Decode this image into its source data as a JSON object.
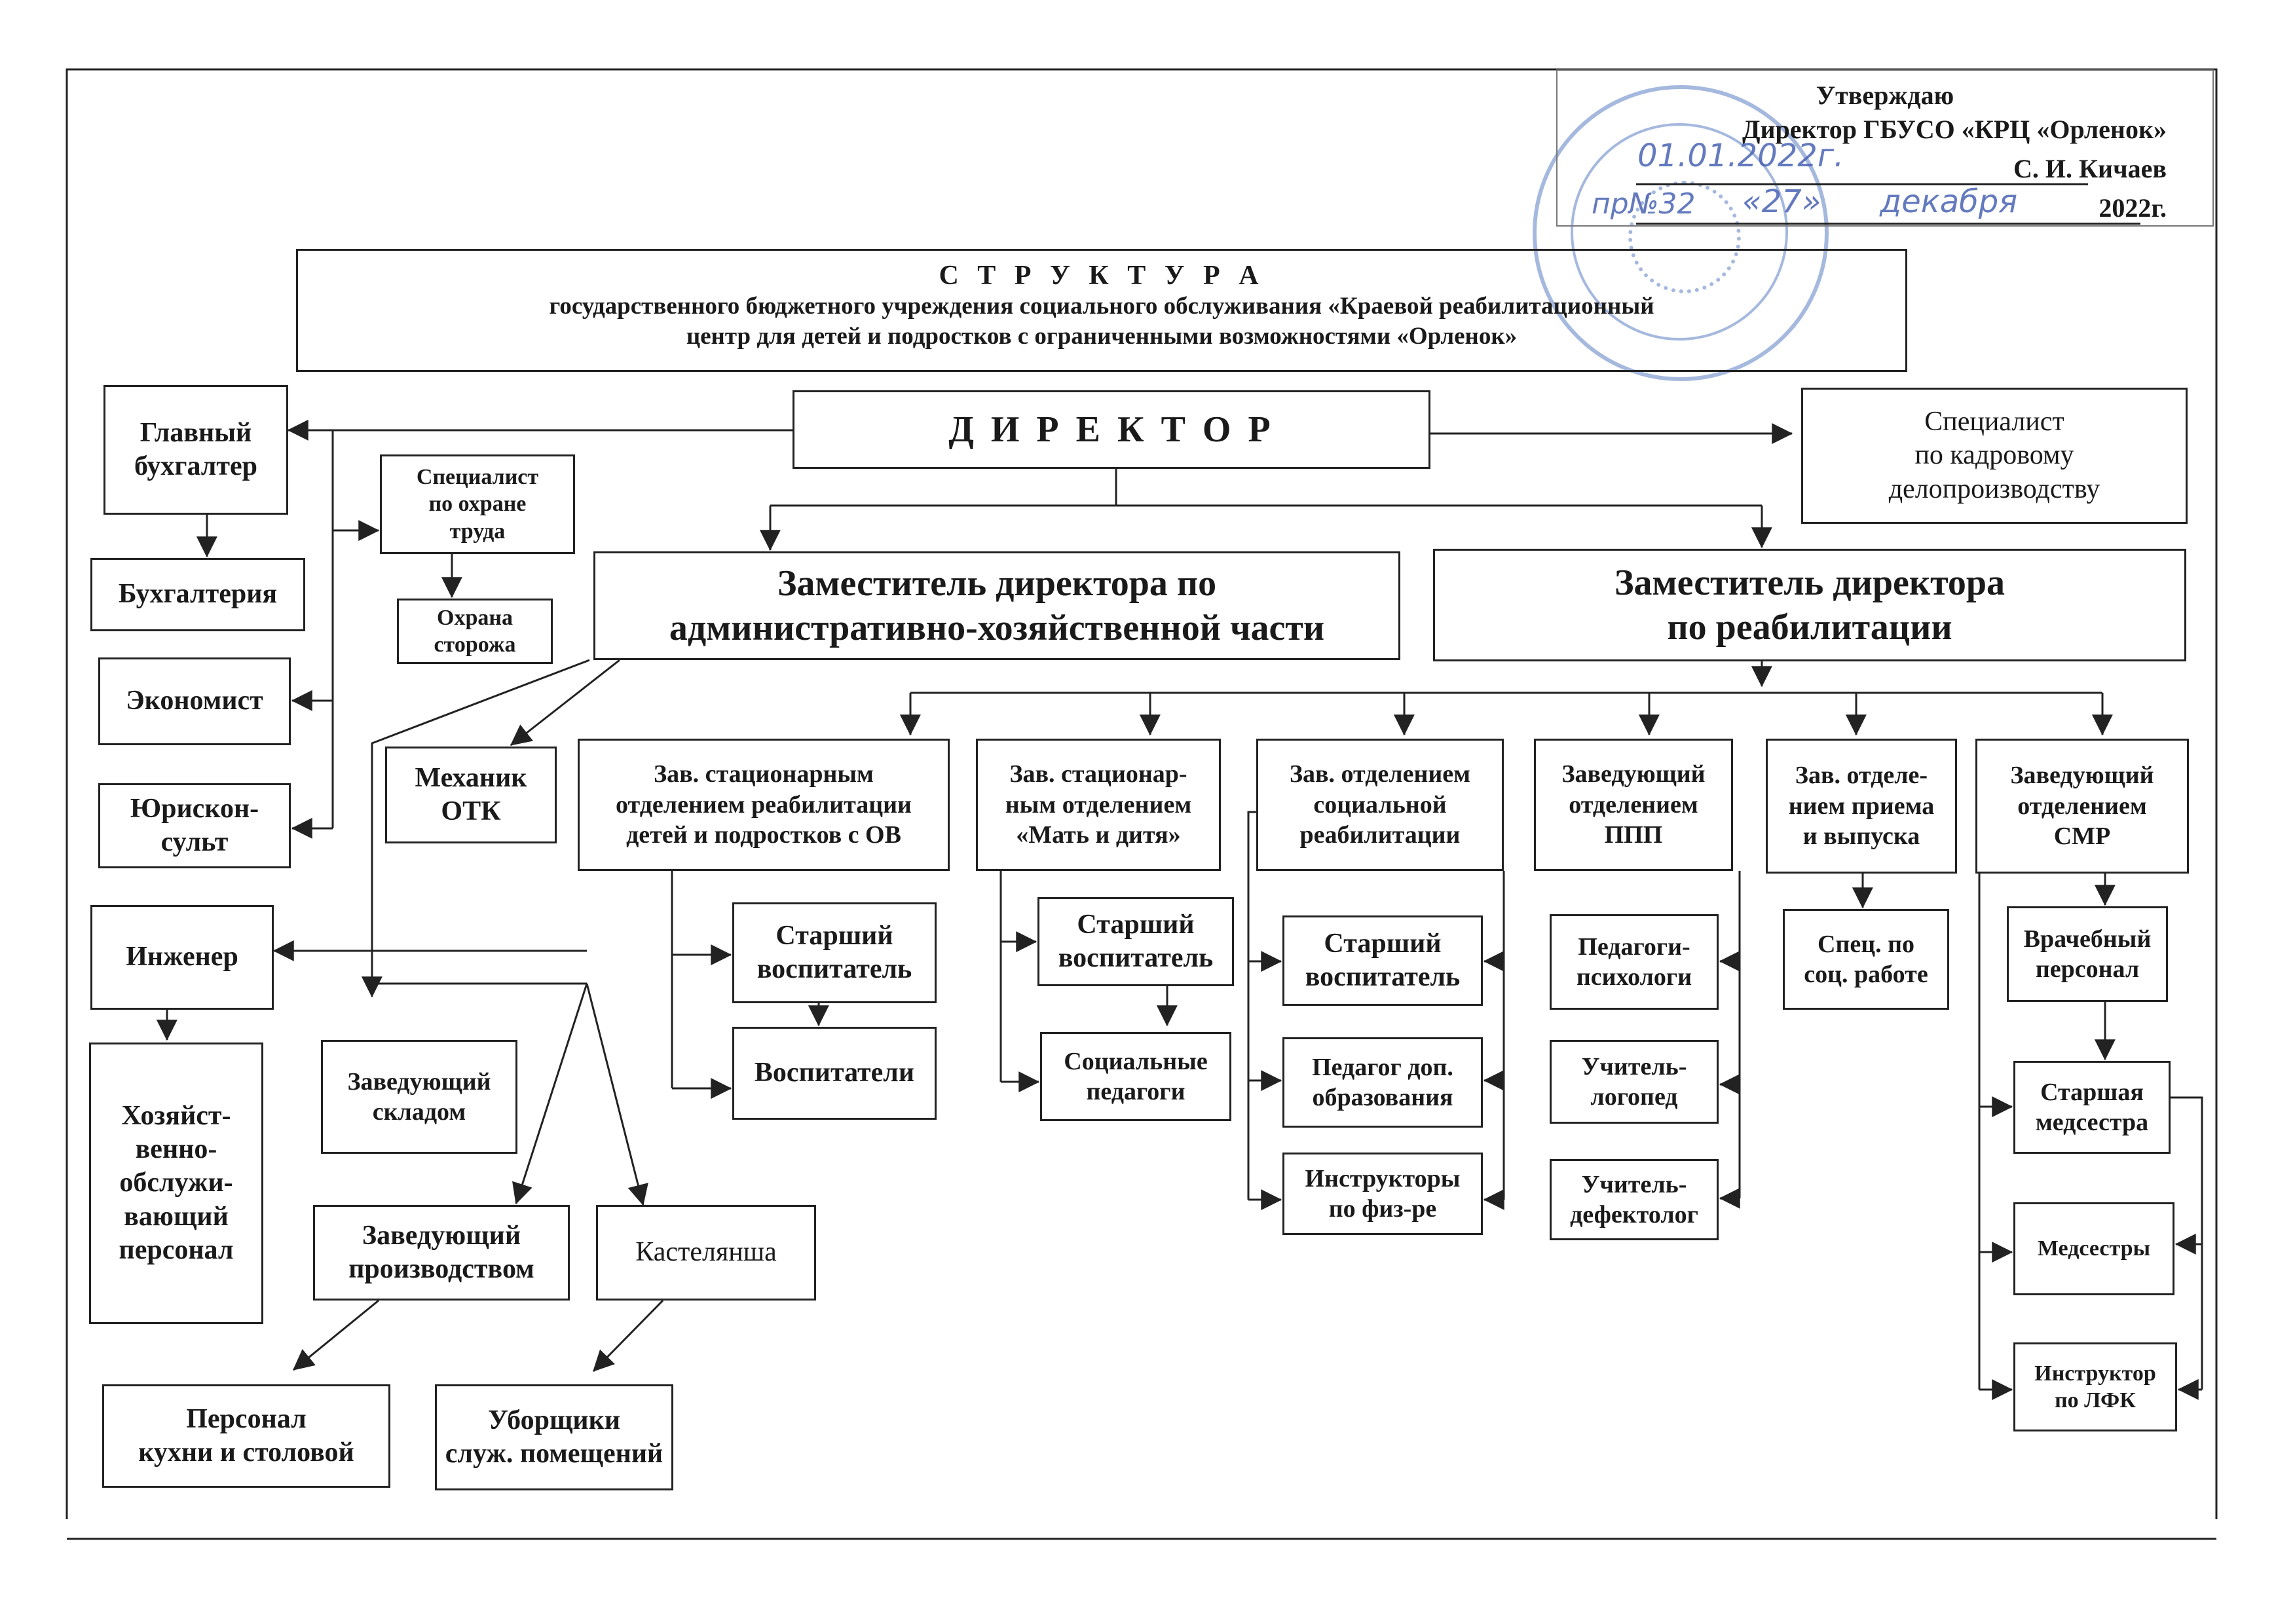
{
  "approval": {
    "line1": "Утверждаю",
    "line2": "Директор  ГБУСО  «КРЦ  «Орленок»",
    "line3": "С. И. Кичаев",
    "line4": "2022г."
  },
  "handwriting": {
    "date": "01.01.2022г.",
    "order": "пр№32",
    "day": "«27»",
    "month": "декабря"
  },
  "title": {
    "heading": "С Т Р У К Т У Р А",
    "subtitle": "государственного бюджетного учреждения социального обслуживания «Краевой реабилитационный\nцентр для детей и подростков с ограниченными возможностями «Орленок»"
  },
  "units": {
    "director": "Д И Р Е К Т О Р",
    "chief_accountant": "Главный\nбухгалтер",
    "accounting": "Бухгалтерия",
    "economist": "Экономист",
    "legal_adviser": "Юрискон-\nсульт",
    "labor_safety": "Специалист\nпо охране\nтруда",
    "guards": "Охрана\nсторожа",
    "hr_specialist": "Специалист\nпо кадровому\nделопроизводству",
    "deputy_admin": "Заместитель  директора  по\nадминистративно-хозяйственной части",
    "deputy_rehab": "Заместитель  директора\nпо  реабилитации",
    "mechanic": "Механик\nОТК",
    "engineer": "Инженер",
    "maintenance_staff": "Хозяйст-\nвенно-\nобслужи-\nвающий\nперсонал",
    "warehouse_head": "Заведующий\nскладом",
    "production_head": "Заведующий\nпроизводством",
    "linen_keeper": "Кастелянша",
    "kitchen_staff": "Персонал\nкухни и столовой",
    "cleaners": "Уборщики\nслуж. помещений",
    "head_inpatient_ov": "Зав. стационарным\nотделением  реабилитации\nдетей и подростков с ОВ",
    "senior_educator_1": "Старший\nвоспитатель",
    "educators": "Воспитатели",
    "head_mother_child": "Зав. стационар-\nным отделением\n«Мать и дитя»",
    "senior_educator_2": "Старший\nвоспитатель",
    "social_pedagogues": "Социальные\nпедагоги",
    "head_social_rehab": "Зав. отделением\nсоциальной\nреабилитации",
    "senior_educator_3": "Старший\nвоспитатель",
    "extra_ed_teacher": "Педагог доп.\nобразования",
    "pe_instructors": "Инструкторы\nпо физ-ре",
    "head_ppp": "Заведующий\nотделением\nППП",
    "psychologists": "Педагоги-\nпсихологи",
    "speech_therapist": "Учитель-\nлогопед",
    "defectologist": "Учитель-\nдефектолог",
    "head_admission": "Зав. отделе-\nнием приема\nи выпуска",
    "social_work_spec": "Спец. по\nсоц. работе",
    "head_smr": "Заведующий\nотделением\nСМР",
    "medical_staff": "Врачебный\nперсонал",
    "head_nurse": "Старшая\nмедсестра",
    "nurses": "Медсестры",
    "exercise_instructor": "Инструктор\nпо ЛФК"
  }
}
